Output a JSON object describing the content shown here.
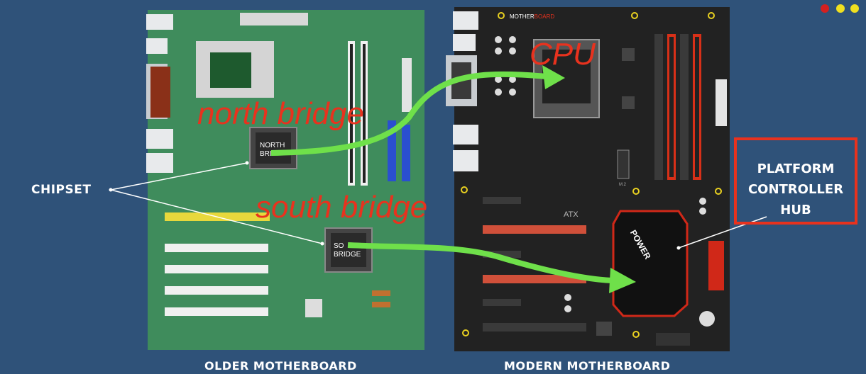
{
  "labels": {
    "chipset": "CHIPSET",
    "older_motherboard": "OLDER MOTHERBOARD",
    "modern_motherboard": "MODERN MOTHERBOARD",
    "platform_controller_hub": "PLATFORM\nCONTROLLER\nHUB"
  },
  "annotations": {
    "north_bridge": "north bridge",
    "south_bridge": "south bridge",
    "cpu": "CPU"
  },
  "chip_labels": {
    "north": [
      "NORTH",
      "BRI"
    ],
    "south": [
      "SO",
      "BRIDGE"
    ],
    "modern_brand": "MOTHER",
    "modern_brand_accent": "BOARD",
    "atx": "ATX",
    "power": "POWER",
    "m2": "M.2"
  },
  "colors": {
    "background": "#2f5279",
    "older_board": "#3f8c5c",
    "modern_board": "#222222",
    "arrow": "#6fe04a",
    "annotation_red": "#e8321e",
    "highlight_box": "#e8321e",
    "window_dot_red": "#d42020",
    "window_dot_yellow": "#f0e020"
  }
}
